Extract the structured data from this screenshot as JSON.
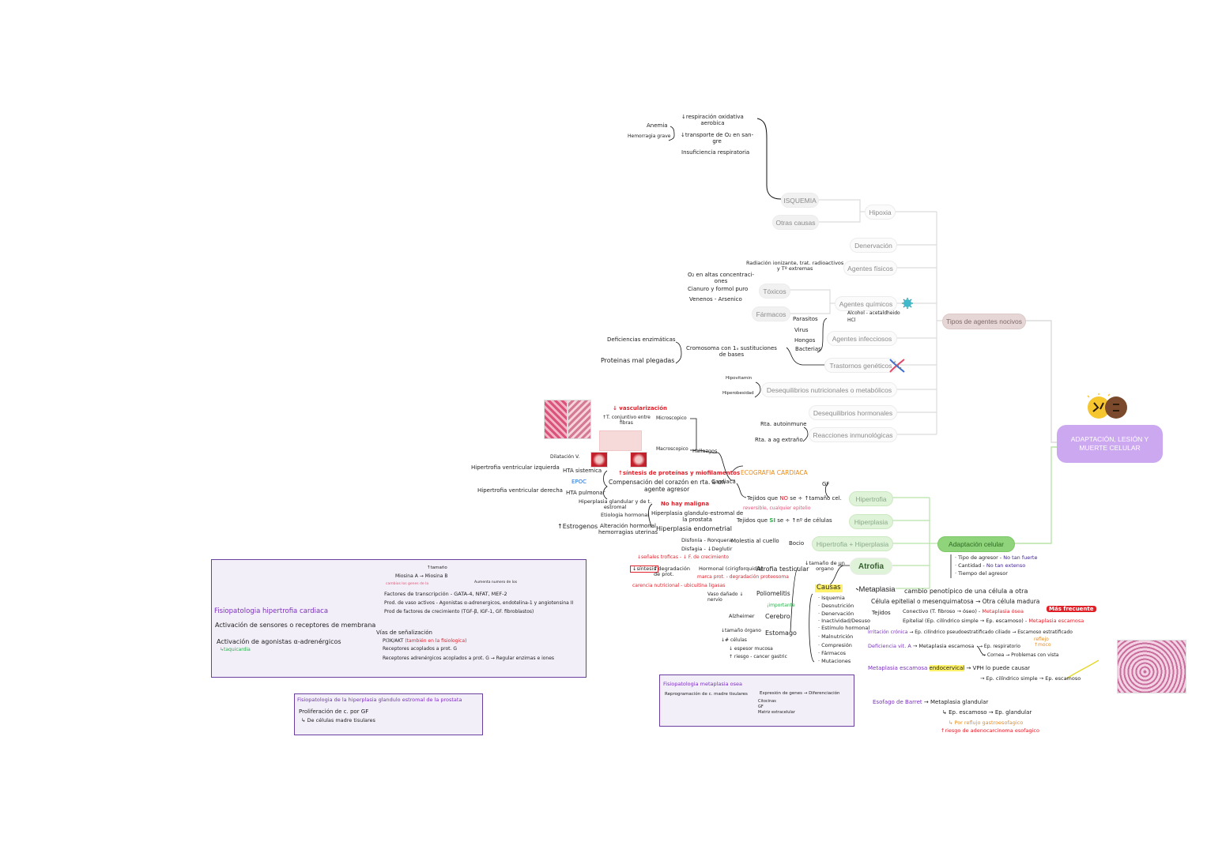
{
  "root": {
    "label": "ADAPTACIÓN, LESIÓN Y\nMUERTE CELULAR"
  },
  "branches": {
    "tipos": "Tipos de agentes nocivos",
    "adaptacion": "Adaptación celular"
  },
  "agentes": {
    "hipoxia": "Hipoxia",
    "isquemia": "ISQUEMIA",
    "otras_causas": "Otras causas",
    "denervacion": "Denervación",
    "fisicos": "Agentes físicos",
    "quimicos": "Agentes químicos",
    "toxicos": "Tóxicos",
    "farmacos": "Fármacos",
    "infecciosos": "Agentes infecciosos",
    "geneticos": "Trastornos genéticos",
    "nutricionales": "Desequilibrios nutricionales o metabólicos",
    "hormonales": "Desequilibrios hormonales",
    "inmunologicas": "Reacciones inmunológicas"
  },
  "adapt": {
    "hipertrofia": "Hipertrofia",
    "hiperplasia": "Hiperplasia",
    "hip_hip": "Hipertrofia + Hiperplasia",
    "atrofia": "Atrofia",
    "metaplasia": "Metaplasia"
  },
  "notes": {
    "resp1": "↓respiración oxidativa",
    "resp2": "aerobica",
    "anemia": "Anemia",
    "hemorragia": "Hemorragia grave",
    "transp1": "↓transporte de O₂ en san-",
    "transp2": "gre",
    "insuf": "Insuficiencia respiratoria",
    "radiacion1": "Radiación ionizante, trat. radioactivos",
    "radiacion2": "y Tº extremas",
    "o2": "O₂ en altas concentraci-",
    "o2b": "ones",
    "cianuro": "Cianuro y formol puro",
    "venenos": "Venenos - Arsenico",
    "alcohol": "Alcohol - acetaldheido",
    "hcl": "HCl",
    "parasitos": "Parasitos",
    "virus": "Virus",
    "hongos": "Hongos",
    "bacterias": "Bacterias",
    "deficiencias": "Deficiencias enzimáticas",
    "proteinas": "Proteinas mal plegadas",
    "cromosoma1": "Cromosoma con 1ₓ sustituciones",
    "cromosoma2": "de bases",
    "hipovitam": "Hipovitamin",
    "hiperobesidad": "Hiperobesidad",
    "rta_auto": "Rta. autoinmune",
    "rta_ag": "Rta. a ag extraño",
    "vascularizacion": "↓ vascularización",
    "tejido_conj1": "↑T. conjuntivo entre",
    "tejido_conj2": "fibras",
    "microscopico": "Microscopico",
    "macroscopico": "Macroscopico",
    "hallazgos": "Hallazgos",
    "dilatacion": "Dilatación V.",
    "hvi": "Hipertrofia ventricular izquierda",
    "hta_sis": "HTA sistemica",
    "sintesis": "↑síntesis de proteínas y miofilamentos",
    "compensacion1": "Compensación del corazón en rta. a un",
    "compensacion2": "agente agresor",
    "cardiaca": "Cardiaca",
    "ecografia": "ECOGRAFIA CARDIACA",
    "epoc": "EPOC",
    "hvd": "Hipertrofia ventricular derecha",
    "hta_pul": "HTA pulmonar",
    "gf": "GF",
    "tejidos_no_pre": "Tejidos que",
    "tejidos_no": "NO",
    "tejidos_no_post": "se ÷ ↑tamaño cel.",
    "hiperplasia_gland1": "Hiperplasia glandular y de t.",
    "hiperplasia_gland2": "estromal",
    "etiologia": "Etiologia hormonal",
    "no_maligna": "No hay maligna",
    "reversible": "reversible, cualquier epitelio",
    "hip_gland1": "Hiperplasia glandulo-estromal de",
    "hip_gland2": "la prostata",
    "tejidos_si_pre": "Tejidos que",
    "tejidos_si": "SI",
    "tejidos_si_post": "se ÷ ↑nº de células",
    "hip_endo": "Hiperplasia endometrial",
    "estrogenos": "↑Estrogenos",
    "alteracion1": "Alteración hormonal",
    "alteracion2": "hemorragias uterinas",
    "disfonia": "Disfonía - Ronquera",
    "disfagia": "Disfagia - ↓Deglutir",
    "molestia": "Molestia al cuello",
    "bocio": "Bocio",
    "senales": "↓señales troficas - ↓ F. de crecimiento",
    "sintesis_box": "↓síntesis",
    "degradacion": "↑degradación de prot.",
    "hormonal": "Hormonal (cirigforquidia)",
    "atrofia_test": "Atrofia testicular",
    "marca_prot": "marca prot. - degradación proteosoma",
    "carencia": "carencia nutricional - ubicuitina ligasas",
    "tamano_organo1": "↓tamaño de un",
    "tamano_organo2": "organo",
    "vaso1": "Vaso dañado ↓",
    "vaso2": "nervio",
    "poliomelitis": "Poliomelitis",
    "importante": "¡importante",
    "alzheimer": "Alzheimer",
    "cerebro": "Cerebro",
    "tam_org": "↓tamaño órgano",
    "cel": "↓# células",
    "estomago": "Estomago",
    "espesor": "↓ espesor mucosa",
    "riesgo_gastric": "↑ riesgo - cancer gastric",
    "causas": "Causas",
    "c1": "· Isquemia",
    "c2": "· Desnutrición",
    "c3": "· Denervación",
    "c4": "· Inactividad/Desuso",
    "c5": "· Estímulo hormonal",
    "c6": "· Malnutrición",
    "c7": "· Compresión",
    "c8": "· Fármacos",
    "c9": "· Mutaciones",
    "cambio": "cambio penotípico de una célula a otra",
    "celula_ep": "Célula epitelial o mesenquimatosa → Otra célula madura",
    "tejidos": "Tejidos",
    "conectivo": "Conectivo (T. fibroso → óseo) -",
    "met_osea": "Metaplasia ósea",
    "mas_frecuente": "Más frecuente",
    "epitelial": "Epitelial (Ep. cilíndrico simple → Ep. escamoso) -",
    "met_escamosa": "Metaplasia escamosa",
    "irritacion": "Irritación crónica",
    "irritacion2": "→ Ep. cilíndrico pseudoestratificado ciliado → Escamoso estratificado",
    "deficiencia": "Deficiencia vit. A",
    "deficiencia2": "→ Metaplasia escamosa",
    "resp": "→ Ep. respiratorio",
    "cornea": "→ Cornea → Problemas con vista",
    "reflejo1": "reflejo",
    "reflejo2": "↑moco",
    "met_endo": "Metaplasia escamosa",
    "endocervical": "endocervical",
    "vph": "→ VPH lo puede causar",
    "ep_cil": "→ Ep. cilíndrico simple → Ep. escamoso",
    "barret": "Esofago de Barret",
    "met_gland": "→ Metaplasia glandular",
    "ep_esc": "↳ Ep. escamoso → Ep. glandular",
    "reflujo": "↳ Por reflujo gastroesofagico",
    "riesgo_adeno": "↑riesgo de adenocarcinoma esofagico",
    "tipo_agresor_pre": "· Tipo de agresor -",
    "tipo_agresor": "No tan fuerte",
    "cantidad_pre": "· Cantidad -",
    "cantidad": "No tan extenso",
    "tiempo": "· Tiempo del agresor"
  },
  "box_hipertrofia": {
    "title": "Fisiopatologia hipertrofia cardiaca",
    "act1": "Activación de sensores o receptores de membrana",
    "act2": "Activación de agonistas α-adrenérgicos",
    "taquicardia": "↳taquicardia",
    "miosina": "Miosina A → Miosina B",
    "tamano": "↑tamaño",
    "cambio_genes": "cambios los genes de la",
    "factores": "Factores de transcripción - GATA-4, NFAT, MEF-2",
    "aumenta_num": "Aumenta numero de los",
    "prod_vaso": "Prod. de vaso activos - Agonistas α-adrenergicos, endotelina-1 y angiotensina II",
    "prod_factores": "Prod de factores de crecimiento (TGF-β, IGF-1, GF. fibroblastos)",
    "vias": "Vías de señalización",
    "pi3k": "PI3K/AKT",
    "pi3k_note": "(también en la fisiologica)",
    "receptores1": "Receptores acoplados a prot. G",
    "receptores2": "Receptores adrenérgicos acoplados a prot. G → Regular enzimas e iones"
  },
  "box_prostata": {
    "title": "Fisiopatologia de la hiperplasia glandulo estromal de la prostata",
    "line1": "Proliferación de c. por GF",
    "line2": "↳ De células madre tisulares"
  },
  "box_metaplasia": {
    "title": "Fisiopatologia metaplasia osea",
    "line1": "Reprogramación de c. madre tisulares",
    "expresion": "Expresión de genes → Diferenciación",
    "citocinas": "Citocinas",
    "gf": "GF",
    "matriz": "Matriz extracelular"
  },
  "colors": {
    "root": "#cba8f0",
    "adapt": "#8fd47a",
    "tipos": "#e6d7d6",
    "edge_gray": "#d9d9d9",
    "edge_green": "#b8e3a8",
    "box_border": "#6b3fa0"
  }
}
